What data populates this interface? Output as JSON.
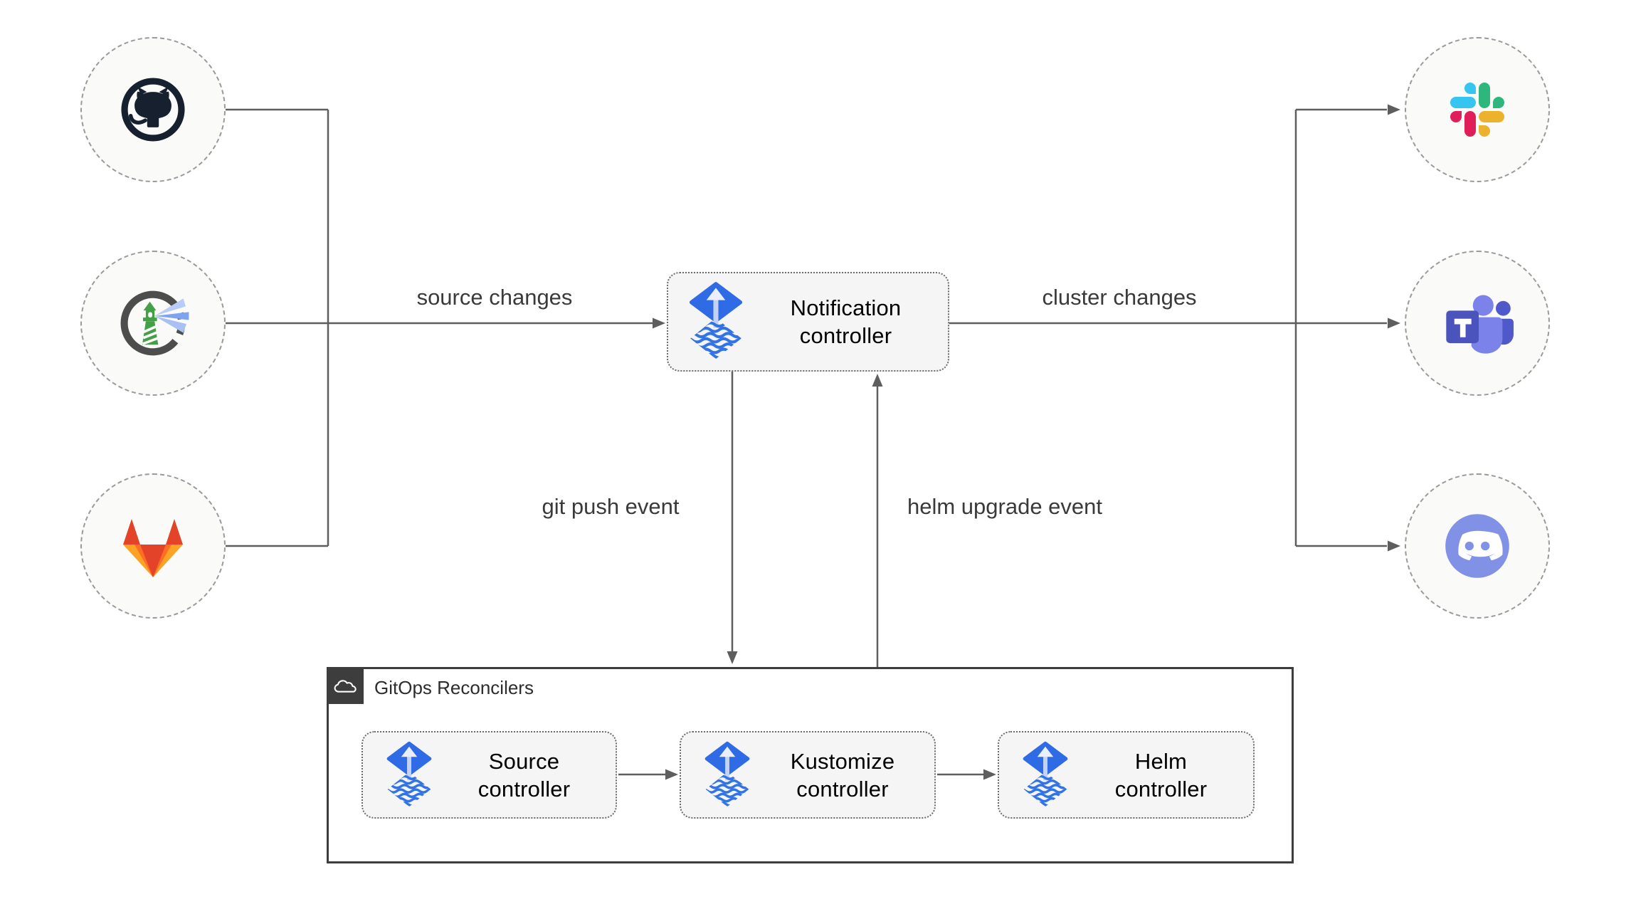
{
  "edges": {
    "source_changes": "source changes",
    "cluster_changes": "cluster changes",
    "git_push_event": "git push event",
    "helm_upgrade_event": "helm upgrade event"
  },
  "nodes": {
    "notification": "Notification\ncontroller",
    "source": "Source\ncontroller",
    "kustomize": "Kustomize\ncontroller",
    "helm": "Helm\ncontroller",
    "gitops_label": "GitOps Reconcilers"
  },
  "integrations": {
    "sources": [
      "GitHub",
      "Harbor",
      "GitLab"
    ],
    "notifiers": [
      "Slack",
      "Microsoft Teams",
      "Discord"
    ]
  },
  "icons": {
    "github": "github-icon",
    "harbor": "harbor-icon",
    "gitlab": "gitlab-icon",
    "slack": "slack-icon",
    "teams": "microsoft-teams-icon",
    "discord": "discord-icon",
    "flux": "flux-icon",
    "cloud": "cloud-icon"
  },
  "colors": {
    "flux_blue": "#2f6be4",
    "connector_gray": "#5e5e5e",
    "box_fill": "#f5f5f5",
    "box_border_dotted": "#6b6b6b",
    "circle_fill": "#fafaf8",
    "circle_border": "#9a9a9a",
    "container_border": "#3d3d3d",
    "github": "#16202e",
    "harbor_gray": "#4d4d4d",
    "harbor_green": "#43a047",
    "gitlab_red": "#e24329",
    "gitlab_orange": "#fc6d26",
    "gitlab_yellow": "#fca326",
    "slack_blue": "#36C5F0",
    "slack_green": "#2EB67D",
    "slack_yellow": "#ECB22E",
    "slack_pink": "#E01E5A",
    "teams_dark": "#4b53bc",
    "teams_mid": "#5059c9",
    "teams_light": "#7b83eb",
    "discord": "#8191e6"
  }
}
